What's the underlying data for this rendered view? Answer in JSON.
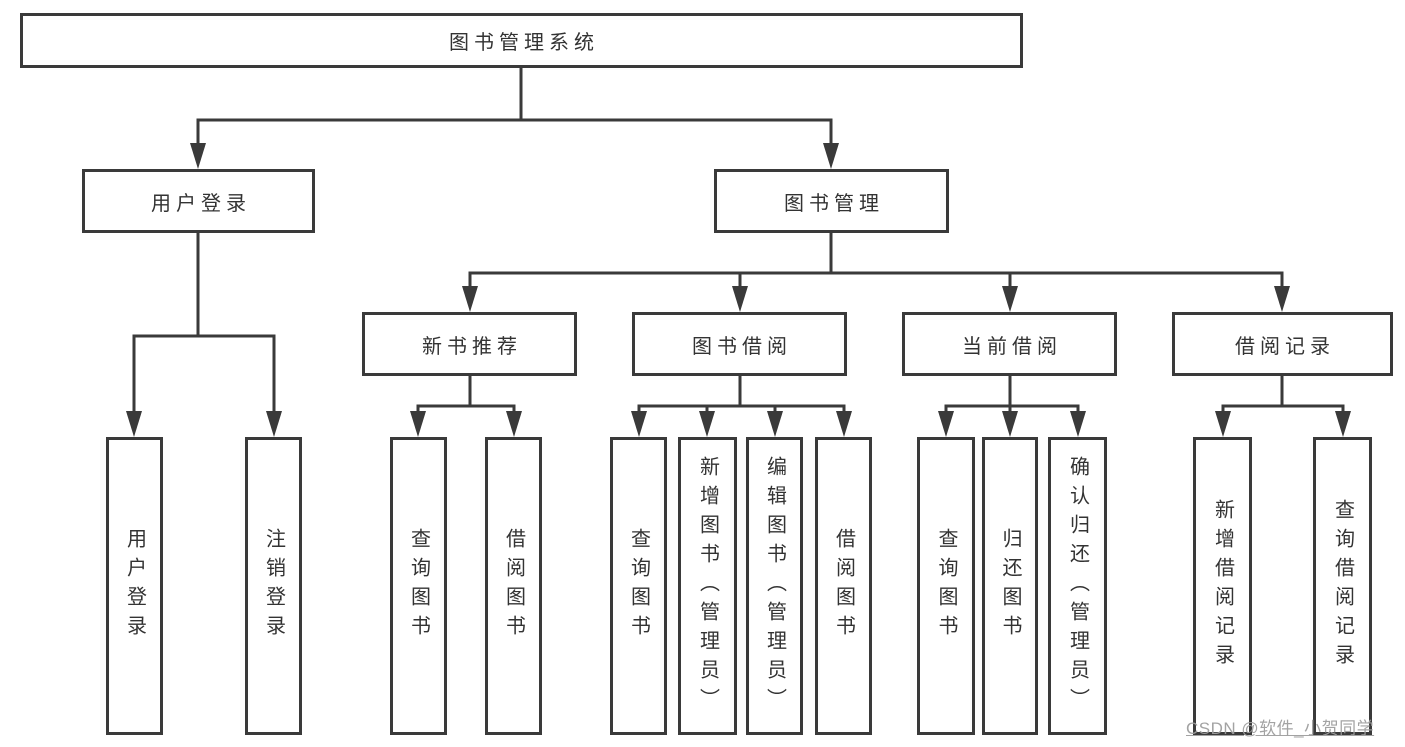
{
  "diagram": {
    "tree": {
      "label": "图书管理系统",
      "children": [
        {
          "label": "用户登录",
          "children": [
            {
              "label": "用户登录"
            },
            {
              "label": "注销登录"
            }
          ]
        },
        {
          "label": "图书管理",
          "children": [
            {
              "label": "新书推荐",
              "children": [
                {
                  "label": "查询图书"
                },
                {
                  "label": "借阅图书"
                }
              ]
            },
            {
              "label": "图书借阅",
              "children": [
                {
                  "label": "查询图书"
                },
                {
                  "label": "新增图书（管理员）"
                },
                {
                  "label": "编辑图书（管理员）"
                },
                {
                  "label": "借阅图书"
                }
              ]
            },
            {
              "label": "当前借阅",
              "children": [
                {
                  "label": "查询图书"
                },
                {
                  "label": "归还图书"
                },
                {
                  "label": "确认归还（管理员）"
                }
              ]
            },
            {
              "label": "借阅记录",
              "children": [
                {
                  "label": "新增借阅记录"
                },
                {
                  "label": "查询借阅记录"
                }
              ]
            }
          ]
        }
      ]
    },
    "colors": {
      "line": "#3a3a3a",
      "text": "#333333",
      "background": "#ffffff",
      "watermark": "#9e9e9e"
    }
  },
  "watermark": {
    "text": "CSDN @软件_小贺同学"
  }
}
